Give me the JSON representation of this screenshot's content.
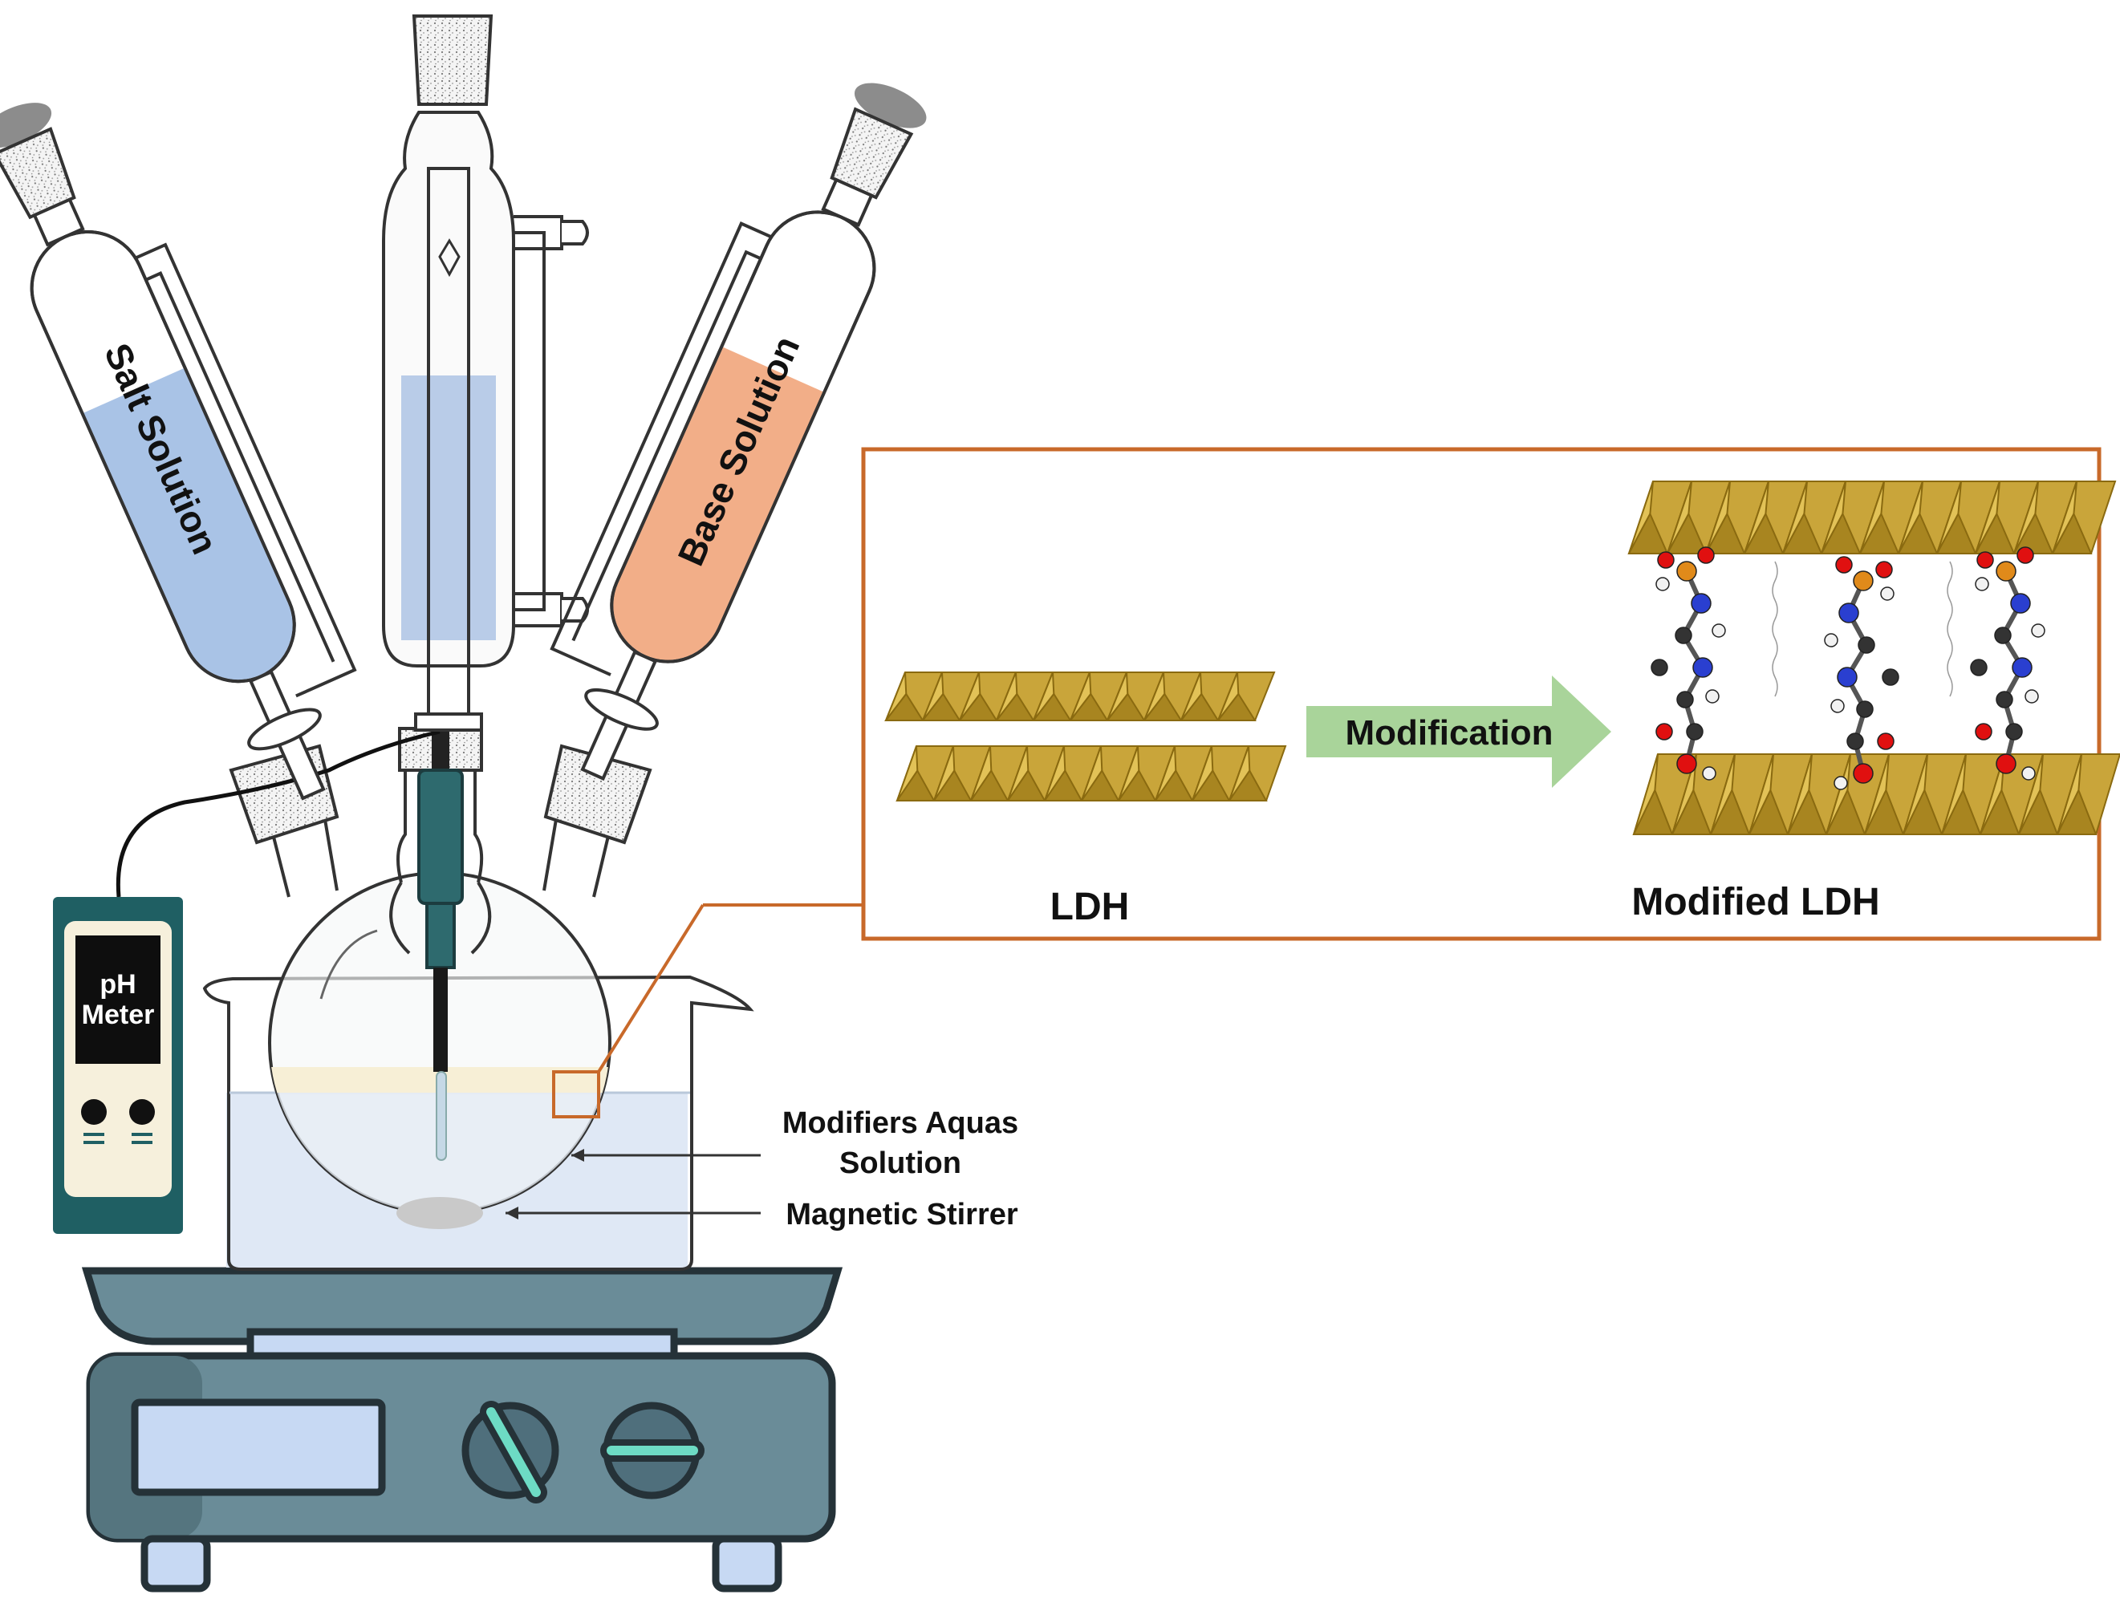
{
  "labels": {
    "salt_solution": "Salt Solution",
    "base_solution": "Base Solution",
    "ph_meter_line1": "pH",
    "ph_meter_line2": "Meter",
    "modifiers_line1": "Modifiers Aquas",
    "modifiers_line2": "Solution",
    "magnetic_stirrer": "Magnetic Stirrer",
    "modification": "Modification",
    "ldh": "LDH",
    "modified_ldh": "Modified LDH"
  },
  "colors": {
    "salt_liquid": "#a9c3e6",
    "base_liquid": "#f2ae88",
    "condenser_liquid": "#b9cce8",
    "bath_water": "#dfe8f5",
    "reaction_mix": "#f7efd6",
    "ph_meter_body": "#1f5f63",
    "ph_meter_face": "#f6f0dc",
    "probe": "#2e6a6e",
    "hotplate_dark": "#4f6f7c",
    "hotplate_body": "#6a8c98",
    "hotplate_display": "#c7d9f3",
    "knob_accent": "#6ddbc4",
    "inset_border": "#c8692a",
    "arrow_green": "#a9d49a",
    "ldh_gold": "#c9a53a",
    "ldh_gold_dark": "#8a6a10",
    "atom_oxygen": "#e01010",
    "atom_nitrogen": "#2a3fd0",
    "atom_phosphorus": "#e08a1a",
    "atom_carbon": "#333333",
    "atom_hydrogen": "#f2f2f2"
  },
  "icons": {
    "ph_meter": "ph-meter-icon",
    "hotplate": "hotplate-stirrer-icon",
    "condenser": "condenser-icon",
    "funnel": "dropping-funnel-icon",
    "flask": "three-neck-flask-icon",
    "beaker": "beaker-icon",
    "stir_bar": "stir-bar-icon",
    "ldh_layer": "ldh-octahedra-icon",
    "molecule": "modifier-molecule-icon"
  }
}
